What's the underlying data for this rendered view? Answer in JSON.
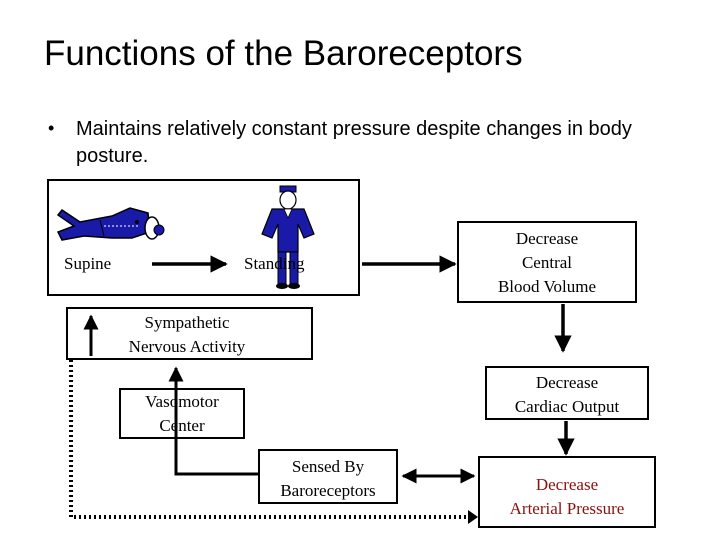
{
  "slide": {
    "title": "Functions of the Baroreceptors",
    "bullet_char": "•",
    "bullet": "Maintains relatively constant pressure despite changes in body posture."
  },
  "diagram": {
    "supine": "Supine",
    "standing": "Standing",
    "central_volume": "Decrease\nCentral\nBlood Volume",
    "cardiac_output": "Decrease\nCardiac Output",
    "arterial_pressure": "Decrease\nArterial Pressure",
    "sensed_by": "Sensed By\nBaroreceptors",
    "vasomotor": "Vasomotor\nCenter",
    "sympathetic": "Sympathetic\nNervous Activity"
  },
  "colors": {
    "uniform_blue": "#1a1aa8",
    "arterial_text": "#8b1010",
    "dotted_line": "#000000"
  }
}
